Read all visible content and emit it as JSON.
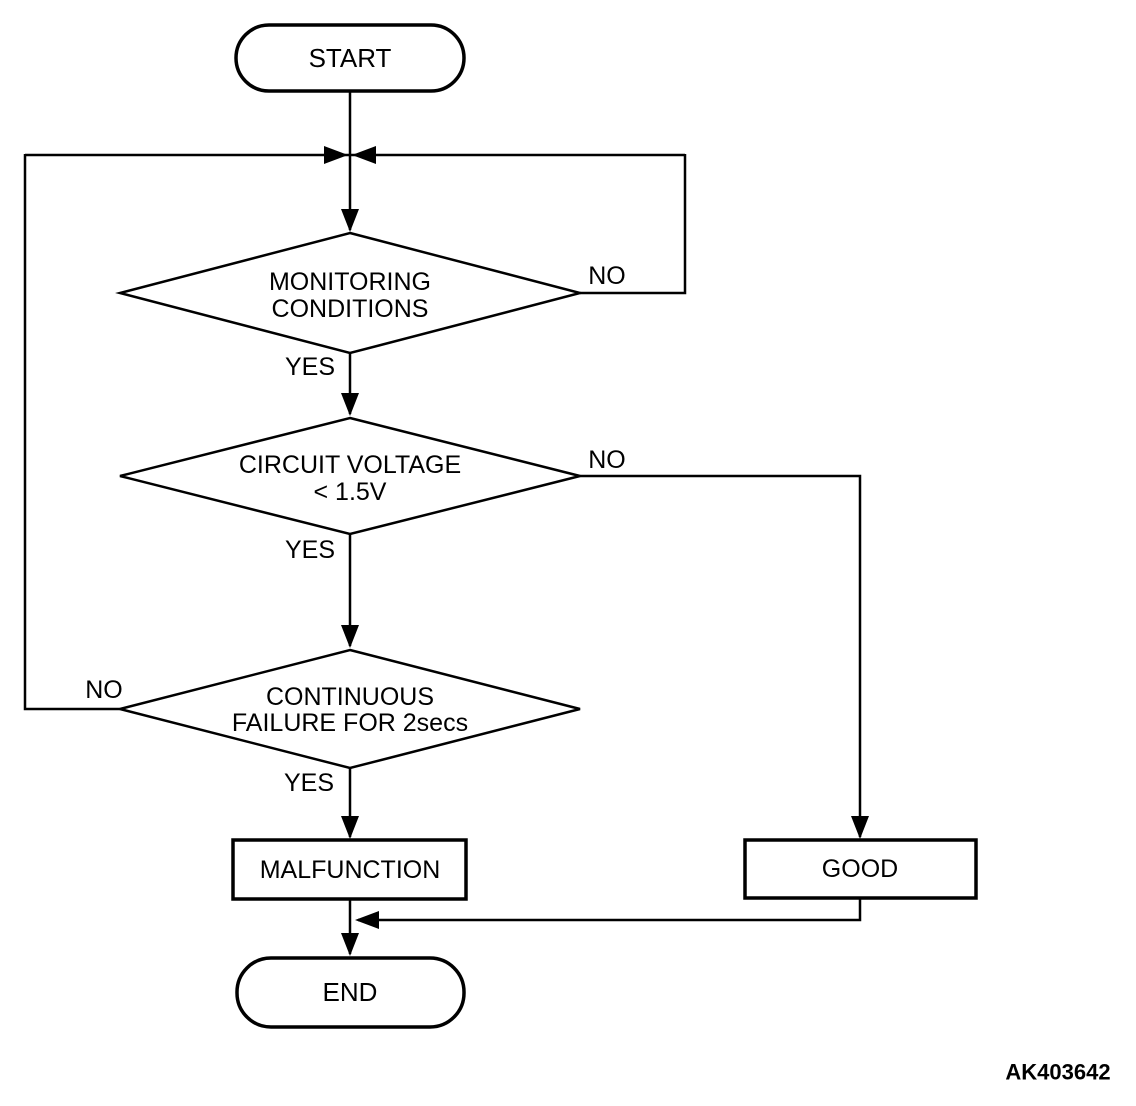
{
  "figure": {
    "code": "AK403642"
  },
  "colors": {
    "stroke": "#000000",
    "background": "#ffffff",
    "text": "#000000"
  },
  "nodes": {
    "start": {
      "type": "terminator",
      "label": "START"
    },
    "monitoring": {
      "type": "decision",
      "line1": "MONITORING",
      "line2": "CONDITIONS"
    },
    "voltage": {
      "type": "decision",
      "line1": "CIRCUIT VOLTAGE",
      "line2": "< 1.5V"
    },
    "failure": {
      "type": "decision",
      "line1": "CONTINUOUS",
      "line2": "FAILURE FOR 2secs"
    },
    "malfunction": {
      "type": "process",
      "label": "MALFUNCTION"
    },
    "good": {
      "type": "process",
      "label": "GOOD"
    },
    "end": {
      "type": "terminator",
      "label": "END"
    }
  },
  "edges": {
    "monitoring_no": {
      "label": "NO",
      "from": "monitoring",
      "to": "loop-top"
    },
    "monitoring_yes": {
      "label": "YES",
      "from": "monitoring",
      "to": "voltage"
    },
    "voltage_no": {
      "label": "NO",
      "from": "voltage",
      "to": "good"
    },
    "voltage_yes": {
      "label": "YES",
      "from": "voltage",
      "to": "failure"
    },
    "failure_no": {
      "label": "NO",
      "from": "failure",
      "to": "loop-top"
    },
    "failure_yes": {
      "label": "YES",
      "from": "failure",
      "to": "malfunction"
    }
  }
}
